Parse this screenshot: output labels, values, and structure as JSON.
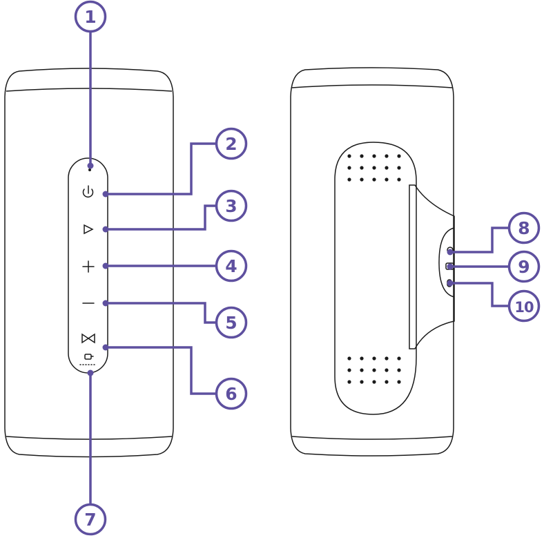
{
  "colors": {
    "callout_fill": "#ffffff",
    "callout_stroke": "#5e509f",
    "callout_text": "#5e509f",
    "outline": "#1a1a1a",
    "grille_dot": "#1a1a1a"
  },
  "callouts": [
    {
      "number": "1",
      "target": "status-indicator-light"
    },
    {
      "number": "2",
      "target": "power-button"
    },
    {
      "number": "3",
      "target": "play-pause-button"
    },
    {
      "number": "4",
      "target": "volume-up-button"
    },
    {
      "number": "5",
      "target": "volume-down-button"
    },
    {
      "number": "6",
      "target": "pairing-button"
    },
    {
      "number": "7",
      "target": "connection-indicator"
    },
    {
      "number": "8",
      "target": "port-top"
    },
    {
      "number": "9",
      "target": "port-middle"
    },
    {
      "number": "10",
      "target": "port-bottom"
    }
  ],
  "icons": {
    "power": "power-icon",
    "play": "play-icon",
    "plus": "plus-icon",
    "minus": "minus-icon",
    "bowtie": "bowtie-icon",
    "connect": "connect-icon"
  }
}
